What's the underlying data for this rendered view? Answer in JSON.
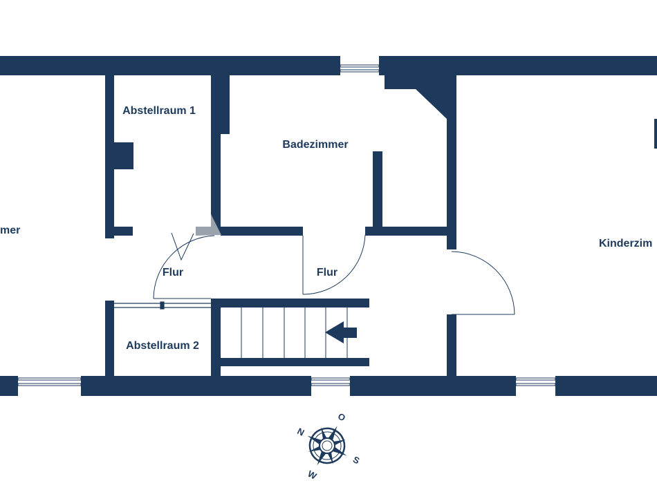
{
  "rooms": {
    "abstellraum_1": "Abstellraum 1",
    "abstellraum_2": "Abstellraum 2",
    "badezimmer": "Badezimmer",
    "flur_left": "Flur",
    "flur_right": "Flur",
    "kinderzimmer_partial": "Kinderzim",
    "left_room_partial": "mer"
  },
  "compass": {
    "north": "N",
    "south": "S",
    "west": "W",
    "east": "O"
  },
  "colors": {
    "wall": "#1d3a5c",
    "background": "#ffffff",
    "window": "#ffffff",
    "door_line": "#1d3a5c"
  },
  "stair_direction": "left"
}
